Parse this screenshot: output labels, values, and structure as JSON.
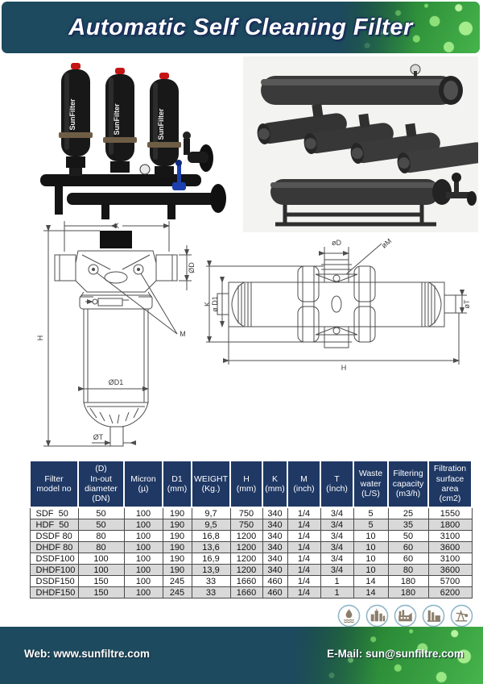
{
  "header": {
    "title": "Automatic Self Cleaning Filter"
  },
  "photos": {
    "left": {
      "brand_label": "SunFilter"
    },
    "right": {
      "description": "horizontal self cleaning filter battery"
    }
  },
  "drawings": {
    "vertical": {
      "labels": {
        "k": "K",
        "d": "ØD",
        "h": "H",
        "m": "M",
        "d1": "ØD1",
        "t": "ØT"
      }
    },
    "horizontal": {
      "labels": {
        "d": "øD",
        "m": "øM",
        "k": "K",
        "d1": "ø D1",
        "t": "øT",
        "h": "H"
      }
    }
  },
  "table": {
    "headers": [
      "Filter\nmodel no",
      "(D)\nIn-out\ndiameter\n(DN)",
      "Micron\n(µ)",
      "D1\n(mm)",
      "WEIGHT\n(Kg.)",
      "H\n(mm)",
      "K\n(mm)",
      "M\n(inch)",
      "T\n(İnch)",
      "Waste\nwater\n(L/S)",
      "Filtering\ncapacity\n(m3/h)",
      "Filtration\nsurface\narea\n(cm2)"
    ],
    "rows": [
      [
        "SDF  50",
        "50",
        "100",
        "190",
        "9,7",
        "750",
        "340",
        "1/4",
        "3/4",
        "5",
        "25",
        "1550"
      ],
      [
        "HDF  50",
        "50",
        "100",
        "190",
        "9,5",
        "750",
        "340",
        "1/4",
        "3/4",
        "5",
        "35",
        "1800"
      ],
      [
        "DSDF 80",
        "80",
        "100",
        "190",
        "16,8",
        "1200",
        "340",
        "1/4",
        "3/4",
        "10",
        "50",
        "3100"
      ],
      [
        "DHDF 80",
        "80",
        "100",
        "190",
        "13,6",
        "1200",
        "340",
        "1/4",
        "3/4",
        "10",
        "60",
        "3600"
      ],
      [
        "DSDF100",
        "100",
        "100",
        "190",
        "16,9",
        "1200",
        "340",
        "1/4",
        "3/4",
        "10",
        "60",
        "3100"
      ],
      [
        "DHDF100",
        "100",
        "100",
        "190",
        "13,9",
        "1200",
        "340",
        "1/4",
        "3/4",
        "10",
        "80",
        "3600"
      ],
      [
        "DSDF150",
        "150",
        "100",
        "245",
        "33",
        "1660",
        "460",
        "1/4",
        "1",
        "14",
        "180",
        "5700"
      ],
      [
        "DHDF150",
        "150",
        "100",
        "245",
        "33",
        "1660",
        "460",
        "1/4",
        "1",
        "14",
        "180",
        "6200"
      ]
    ]
  },
  "industry_icons": [
    {
      "name": "water-drop-icon"
    },
    {
      "name": "city-icon"
    },
    {
      "name": "factory-icon"
    },
    {
      "name": "industrial-plant-icon"
    },
    {
      "name": "oil-pump-icon"
    }
  ],
  "footer": {
    "web": "Web: www.sunfiltre.com",
    "email": "E-Mail: sun@sunfiltre.com"
  },
  "colors": {
    "header_bg": "#1d4a5e",
    "table_header_bg": "#1f3864",
    "row_alt_bg": "#d9d9d9",
    "droplet_green": "#2c8c38",
    "cap_red": "#c41414",
    "valve_blue": "#1b3fae"
  }
}
